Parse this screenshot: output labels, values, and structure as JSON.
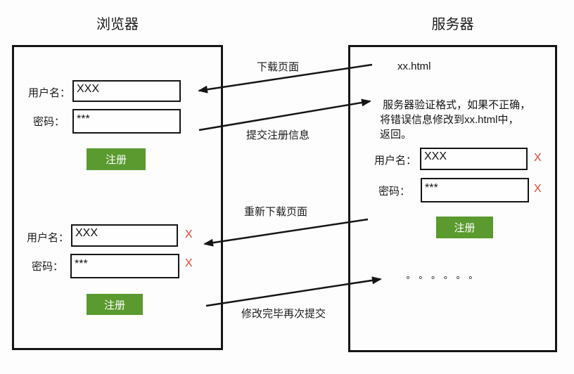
{
  "titles": {
    "browser": "浏览器",
    "server": "服务器"
  },
  "arrows": {
    "download": {
      "label": "下载页面"
    },
    "submit": {
      "label": "提交注册信息"
    },
    "redownload": {
      "label": "重新下载页面"
    },
    "resubmit": {
      "label": "修改完毕再次提交"
    }
  },
  "browser": {
    "form_initial": {
      "username_label": "用户名：",
      "username_value": "XXX",
      "password_label": "密码：",
      "password_value": "***",
      "register_label": "注册"
    },
    "form_error": {
      "username_label": "用户名：",
      "username_value": "XXX",
      "username_error": "X",
      "password_label": "密码：",
      "password_value": "***",
      "password_error": "X",
      "register_label": "注册"
    }
  },
  "server": {
    "file_name": "xx.html",
    "validation_note": {
      "line1": " 服务器验证格式，如果不正确，",
      "line2": "将错误信息修改到xx.html中，",
      "line3": "返回。"
    },
    "form_stored": {
      "username_label": "用户名：",
      "username_value": "XXX",
      "username_error": "X",
      "password_label": "密码：",
      "password_value": "***",
      "password_error": "X",
      "register_label": "注册"
    },
    "ellipsis": "∘ ∘ ∘ ∘ ∘ ∘"
  },
  "colors": {
    "button_green": "#5a9a2f",
    "error_red": "#e04530",
    "line_black": "#151515"
  }
}
